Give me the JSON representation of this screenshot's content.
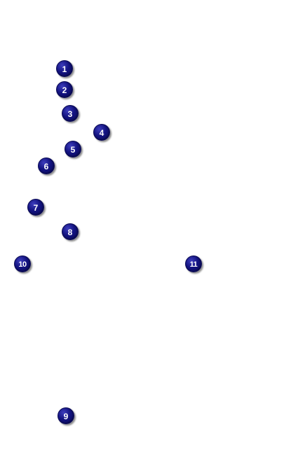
{
  "markers": {
    "m1": "1",
    "m2": "2",
    "m3": "3",
    "m4": "4",
    "m5": "5",
    "m6": "6",
    "m7": "7",
    "m8": "8",
    "m9": "9",
    "m10": "10",
    "m11": "11"
  },
  "colors": {
    "marker_fill": "#131380",
    "marker_text": "#ffffff",
    "background": "#ffffff"
  }
}
